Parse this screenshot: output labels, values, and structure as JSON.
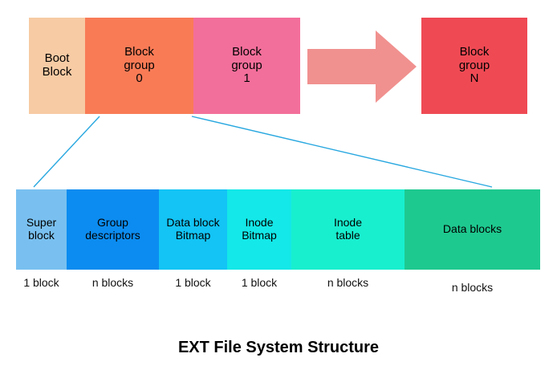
{
  "figure": {
    "title": "EXT File System Structure"
  },
  "top_row": {
    "blocks": [
      {
        "label": "Boot\nBlock",
        "color": "#f7cba4",
        "name": "boot-block"
      },
      {
        "label": "Block\ngroup\n0",
        "color": "#f97b56",
        "name": "block-group-0"
      },
      {
        "label": "Block\ngroup\n1",
        "color": "#f36f9b",
        "name": "block-group-1"
      },
      {
        "label": "Block\ngroup\nN",
        "color": "#ef4a54",
        "name": "block-group-n"
      }
    ],
    "arrow": {
      "icon": "right-arrow-icon",
      "color": "#f0918f",
      "direction": "right"
    }
  },
  "connectors": {
    "color": "#29a8e0",
    "description": "expansion lines from Block group 0 to detail bar"
  },
  "detail_bar": {
    "segments": [
      {
        "label": "Super\nblock",
        "blocks": "1 block",
        "color": "#79c0f0",
        "name": "super-block"
      },
      {
        "label": "Group\ndescriptors",
        "blocks": "n blocks",
        "color": "#0c8cf0",
        "name": "group-descriptors"
      },
      {
        "label": "Data block\nBitmap",
        "blocks": "1 block",
        "color": "#13c4f5",
        "name": "data-block-bitmap"
      },
      {
        "label": "Inode\nBitmap",
        "blocks": "1 block",
        "color": "#14e8e8",
        "name": "inode-bitmap"
      },
      {
        "label": "Inode\ntable",
        "blocks": "n blocks",
        "color": "#18efcf",
        "name": "inode-table"
      },
      {
        "label": "Data blocks",
        "blocks": "n blocks",
        "color": "#1ec98f",
        "name": "data-blocks"
      }
    ]
  }
}
